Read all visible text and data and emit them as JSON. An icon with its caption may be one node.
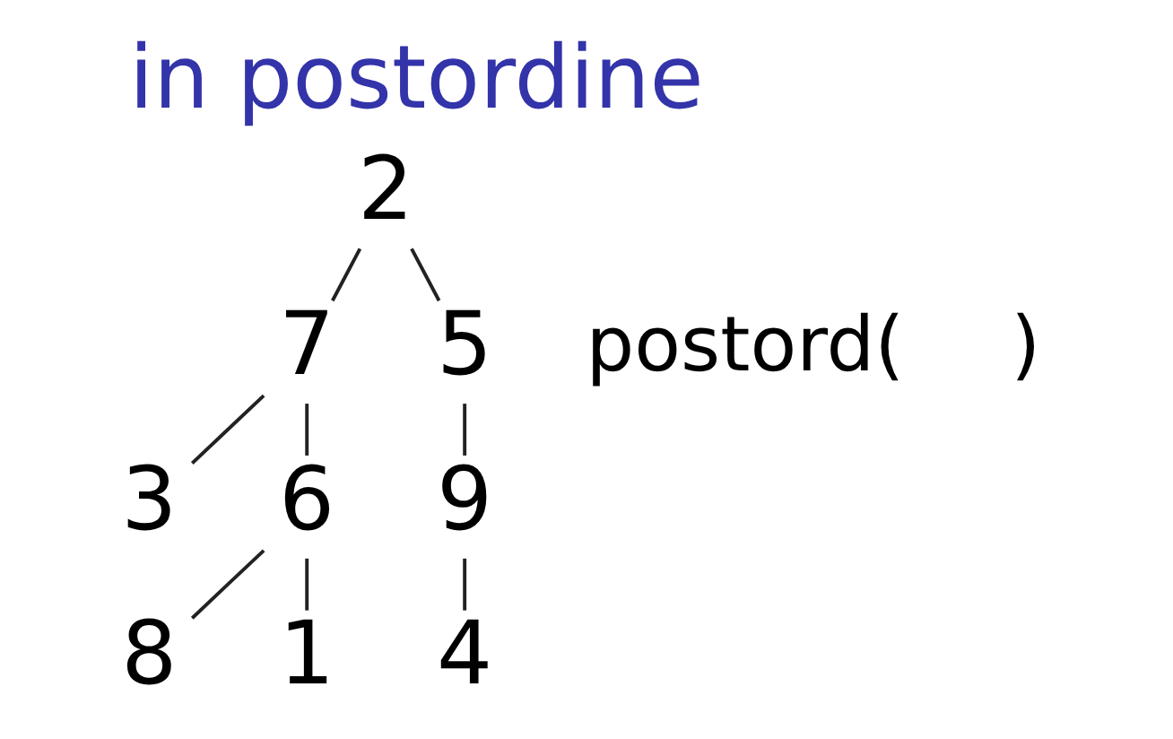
{
  "diagram": {
    "title": "in postordine",
    "nodes": [
      {
        "text": [
          "2"
        ]
      },
      {
        "text": [
          "7"
        ]
      },
      {
        "text": [
          "5"
        ]
      },
      {
        "text": [
          "3"
        ]
      },
      {
        "text": [
          "6"
        ]
      },
      {
        "text": [
          "9"
        ]
      },
      {
        "text": [
          "8"
        ]
      },
      {
        "text": [
          "1"
        ]
      },
      {
        "text": [
          "4"
        ]
      }
    ],
    "edges": [
      {
        "from": 0,
        "to": 1,
        "arrow": "none"
      },
      {
        "from": 0,
        "to": 2,
        "arrow": "none"
      },
      {
        "from": 1,
        "to": 3,
        "arrow": "none"
      },
      {
        "from": 1,
        "to": 4,
        "arrow": "none"
      },
      {
        "from": 2,
        "to": 5,
        "arrow": "none"
      },
      {
        "from": 4,
        "to": 6,
        "arrow": "none"
      },
      {
        "from": 4,
        "to": 7,
        "arrow": "none"
      },
      {
        "from": 5,
        "to": 8,
        "arrow": "none"
      }
    ],
    "labels": [
      "postord(",
      ")"
    ]
  }
}
